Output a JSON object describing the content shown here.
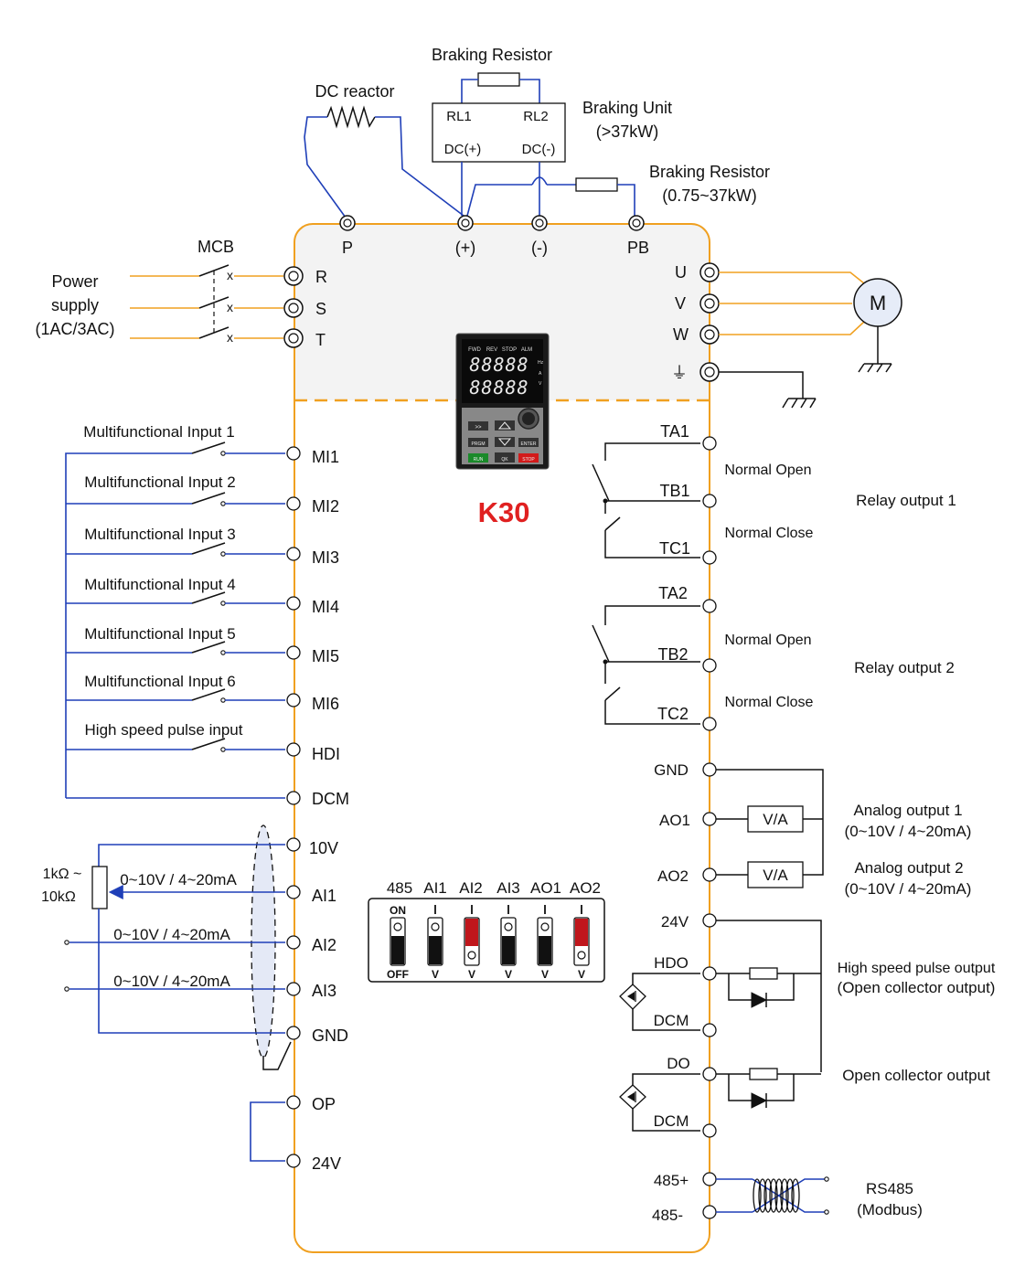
{
  "top": {
    "braking_resistor_top": "Braking Resistor",
    "dc_reactor": "DC reactor",
    "braking_unit": "Braking Unit",
    "braking_unit_power": "(>37kW)",
    "rl1": "RL1",
    "rl2": "RL2",
    "dc_plus": "DC(+)",
    "dc_minus": "DC(-)",
    "braking_resistor_side": "Braking Resistor",
    "braking_resistor_side_power": "(0.75~37kW)",
    "terminals": [
      "P",
      "(+)",
      "(-)",
      "PB"
    ]
  },
  "power": {
    "mcb": "MCB",
    "supply_line1": "Power",
    "supply_line2": "supply",
    "supply_line3": "(1AC/3AC)",
    "inputs": [
      "R",
      "S",
      "T"
    ],
    "outputs": [
      "U",
      "V",
      "W"
    ],
    "motor": "M",
    "ground_symbol": "⏚"
  },
  "keypad": {
    "model": "K30",
    "leds": [
      "FWD",
      "REV",
      "STOP",
      "ALM"
    ],
    "display1": "88888",
    "display2": "88888",
    "side_marks": [
      "Hz",
      "A",
      "V"
    ],
    "btn_shift": ">>",
    "btn_prgm": "PRGM",
    "btn_enter": "ENTER",
    "btn_run": "RUN",
    "btn_qk": "QK",
    "btn_stop": "STOP",
    "model_color": "#e02020"
  },
  "digital_inputs": {
    "labels": [
      "Multifunctional Input 1",
      "Multifunctional Input 2",
      "Multifunctional Input 3",
      "Multifunctional Input 4",
      "Multifunctional Input 5",
      "Multifunctional Input 6",
      "High speed pulse input"
    ],
    "terminals": [
      "MI1",
      "MI2",
      "MI3",
      "MI4",
      "MI5",
      "MI6",
      "HDI"
    ],
    "common": "DCM"
  },
  "analog_inputs": {
    "pot_line1": "1kΩ ~",
    "pot_line2": "10kΩ",
    "ranges": [
      "0~10V / 4~20mA",
      "0~10V / 4~20mA",
      "0~10V / 4~20mA"
    ],
    "terminals": [
      "10V",
      "AI1",
      "AI2",
      "AI3",
      "GND"
    ],
    "op": "OP",
    "v24": "24V"
  },
  "dip": {
    "headers": [
      "485",
      "AI1",
      "AI2",
      "AI3",
      "AO1",
      "AO2"
    ],
    "on": "ON",
    "off": "OFF",
    "bottom": [
      "V",
      "V",
      "V",
      "V",
      "V"
    ],
    "red_switches": [
      false,
      false,
      true,
      false,
      false,
      true
    ],
    "red_color": "#c0161c"
  },
  "relays": {
    "relay1": [
      "TA1",
      "TB1",
      "TC1"
    ],
    "relay2": [
      "TA2",
      "TB2",
      "TC2"
    ],
    "normal_open": "Normal Open",
    "normal_close": "Normal Close",
    "relay1_label": "Relay output 1",
    "relay2_label": "Relay output 2"
  },
  "analog_outputs": {
    "gnd": "GND",
    "ao1": "AO1",
    "ao2": "AO2",
    "va": "V/A",
    "ao1_label": "Analog output 1",
    "ao1_range": "(0~10V / 4~20mA)",
    "ao2_label": "Analog output 2",
    "ao2_range": "(0~10V / 4~20mA)"
  },
  "outputs": {
    "v24": "24V",
    "hdo": "HDO",
    "dcm1": "DCM",
    "do": "DO",
    "dcm2": "DCM",
    "hdo_label1": "High speed pulse output",
    "hdo_label2": "(Open collector output)",
    "do_label": "Open collector output"
  },
  "comm": {
    "plus": "485+",
    "minus": "485-",
    "label1": "RS485",
    "label2": "(Modbus)"
  },
  "colors": {
    "wire_blue": "#1f3fb8",
    "wire_orange": "#f0a020",
    "panel": "#f3f3f3"
  }
}
